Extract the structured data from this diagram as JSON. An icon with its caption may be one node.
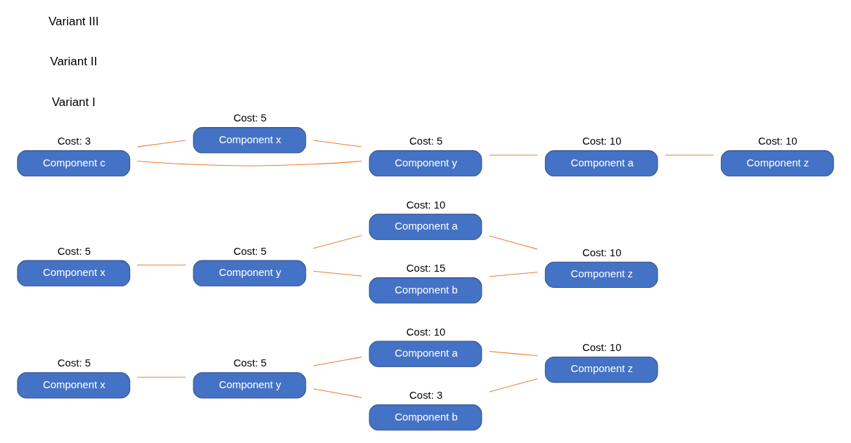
{
  "diagram": {
    "nodes": [
      {
        "text": [
          "Component x"
        ],
        "beside": [
          "Cost: 5"
        ]
      },
      {
        "text": [
          "Component y"
        ],
        "beside": [
          "Cost: 5"
        ]
      },
      {
        "text": [
          "Component a"
        ],
        "beside": [
          "Cost: 10"
        ]
      },
      {
        "text": [
          "Component b"
        ],
        "beside": [
          "Cost: 3"
        ]
      },
      {
        "text": [
          "Component z"
        ],
        "beside": [
          "Cost: 10"
        ]
      },
      {
        "text": [
          "Component x"
        ],
        "beside": [
          "Cost: 5"
        ]
      },
      {
        "text": [
          "Component y"
        ],
        "beside": [
          "Cost: 5"
        ]
      },
      {
        "text": [
          "Component a"
        ],
        "beside": [
          "Cost: 10"
        ]
      },
      {
        "text": [
          "Component b"
        ],
        "beside": [
          "Cost: 15"
        ]
      },
      {
        "text": [
          "Component z"
        ],
        "beside": [
          "Cost: 10"
        ]
      },
      {
        "text": [
          "Component c"
        ],
        "beside": [
          "Cost: 3"
        ]
      },
      {
        "text": [
          "Component a"
        ],
        "beside": [
          "Cost: 10"
        ]
      },
      {
        "text": [
          "Component x"
        ],
        "beside": [
          "Cost: 5"
        ]
      },
      {
        "text": [
          "Component y"
        ],
        "beside": [
          "Cost: 5"
        ]
      },
      {
        "text": [
          "Component z"
        ],
        "beside": [
          "Cost: 10"
        ]
      }
    ],
    "edges": [
      {
        "from": 0,
        "to": 1,
        "arrow": "none"
      },
      {
        "from": 1,
        "to": 2,
        "arrow": "none"
      },
      {
        "from": 1,
        "to": 3,
        "arrow": "none"
      },
      {
        "from": 2,
        "to": 4,
        "arrow": "none"
      },
      {
        "from": 3,
        "to": 4,
        "arrow": "none"
      },
      {
        "from": 5,
        "to": 6,
        "arrow": "none"
      },
      {
        "from": 6,
        "to": 7,
        "arrow": "none"
      },
      {
        "from": 6,
        "to": 8,
        "arrow": "none"
      },
      {
        "from": 7,
        "to": 9,
        "arrow": "none"
      },
      {
        "from": 8,
        "to": 9,
        "arrow": "none"
      },
      {
        "from": 10,
        "to": 12,
        "arrow": "none"
      },
      {
        "from": 10,
        "to": 13,
        "arrow": "none"
      },
      {
        "from": 12,
        "to": 13,
        "arrow": "none"
      },
      {
        "from": 13,
        "to": 11,
        "arrow": "none"
      },
      {
        "from": 11,
        "to": 14,
        "arrow": "none"
      }
    ],
    "labels": [
      "Variant I",
      "Variant II",
      "Variant III"
    ]
  }
}
